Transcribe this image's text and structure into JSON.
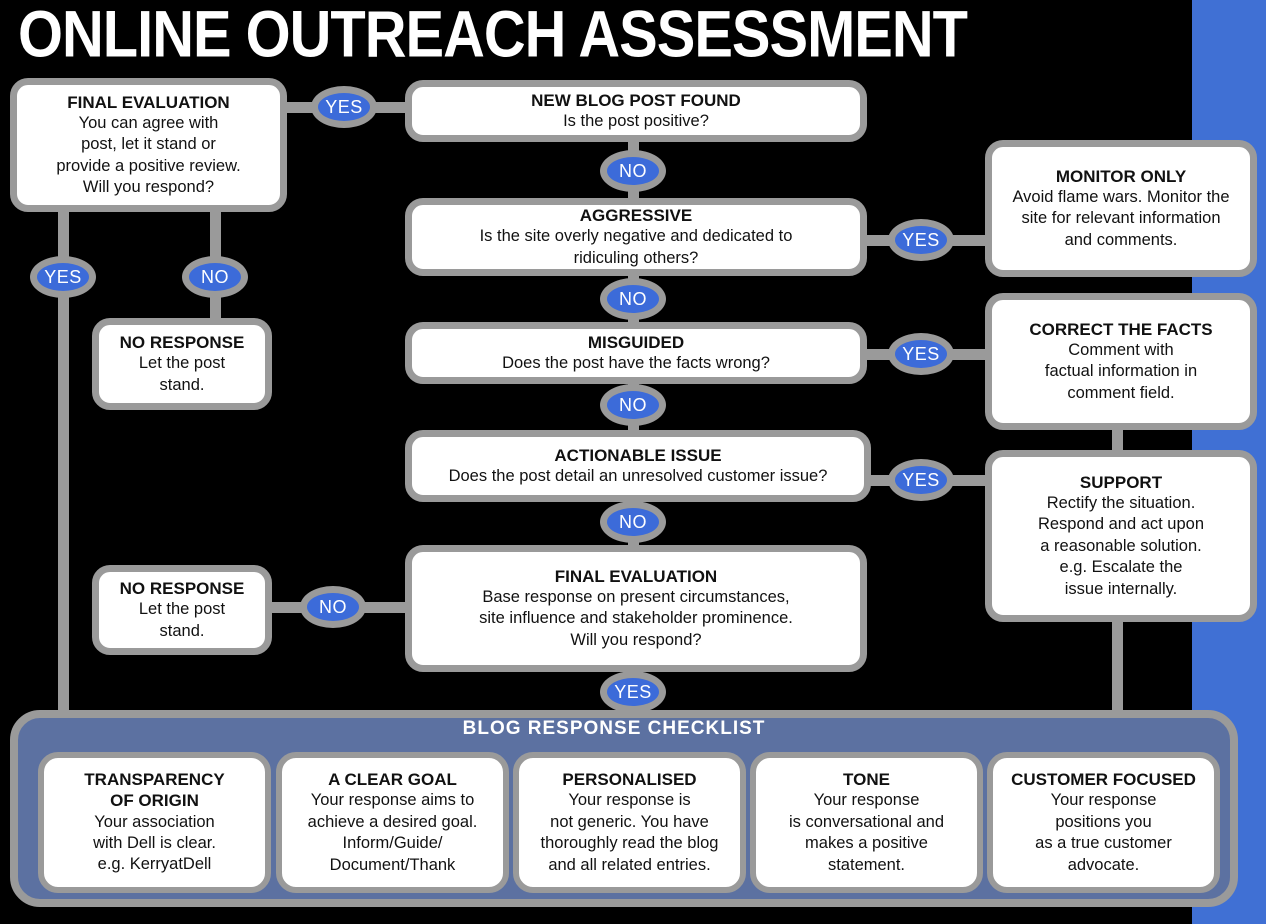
{
  "title": "ONLINE OUTREACH ASSESSMENT",
  "labels": {
    "yes": "YES",
    "no": "NO"
  },
  "colors": {
    "background": "#000000",
    "box_border_gray": "#9a9a9a",
    "oval_blue": "#3c6bd9",
    "stripe_blue": "#4070d4",
    "panel_slate_blue": "#5c71a1",
    "box_fill": "#ffffff",
    "text_dark": "#111111",
    "text_white": "#ffffff"
  },
  "nodes": {
    "finalEvalTop": {
      "title": "FINAL  EVALUATION",
      "body": "You can agree with\npost, let it stand or\nprovide a positive review.\nWill you respond?"
    },
    "newBlogPost": {
      "title": "NEW BLOG POST FOUND",
      "body": "Is the post positive?"
    },
    "aggressive": {
      "title": "AGGRESSIVE",
      "body": "Is the site overly negative and dedicated to\nridiculing others?"
    },
    "misguided": {
      "title": "MISGUIDED",
      "body": "Does the post have the facts wrong?"
    },
    "actionable": {
      "title": "ACTIONABLE ISSUE",
      "body": "Does the post detail an unresolved customer issue?"
    },
    "finalEvalBottom": {
      "title": "FINAL EVALUATION",
      "body": "Base response on present circumstances,\nsite influence and stakeholder prominence.\nWill you respond?"
    },
    "monitorOnly": {
      "title": "MONITOR ONLY",
      "body": "Avoid flame wars. Monitor the\nsite for relevant information\nand comments."
    },
    "correctFacts": {
      "title": "CORRECT THE FACTS",
      "body": "Comment with\nfactual information in\ncomment field."
    },
    "support": {
      "title": "SUPPORT",
      "body": "Rectify the situation.\nRespond and act upon\na reasonable solution.\ne.g. Escalate the\nissue internally."
    },
    "noResponse1": {
      "title": "NO RESPONSE",
      "body": "Let the post\nstand."
    },
    "noResponse2": {
      "title": "NO RESPONSE",
      "body": "Let the post\nstand."
    }
  },
  "checklist": {
    "title": "BLOG RESPONSE CHECKLIST",
    "items": [
      {
        "title": "TRANSPARENCY\nOF ORIGIN",
        "body": "Your association\nwith Dell is clear.\ne.g. KerryatDell"
      },
      {
        "title": "A CLEAR GOAL",
        "body": "Your response aims to\nachieve a desired goal.\nInform/Guide/\nDocument/Thank"
      },
      {
        "title": "PERSONALISED",
        "body": "Your response is\nnot generic. You have\nthoroughly read the blog\nand all related entries."
      },
      {
        "title": "TONE",
        "body": "Your response\nis conversational and\nmakes a positive\nstatement."
      },
      {
        "title": "CUSTOMER FOCUSED",
        "body": "Your response\npositions you\nas a true customer\nadvocate."
      }
    ]
  }
}
